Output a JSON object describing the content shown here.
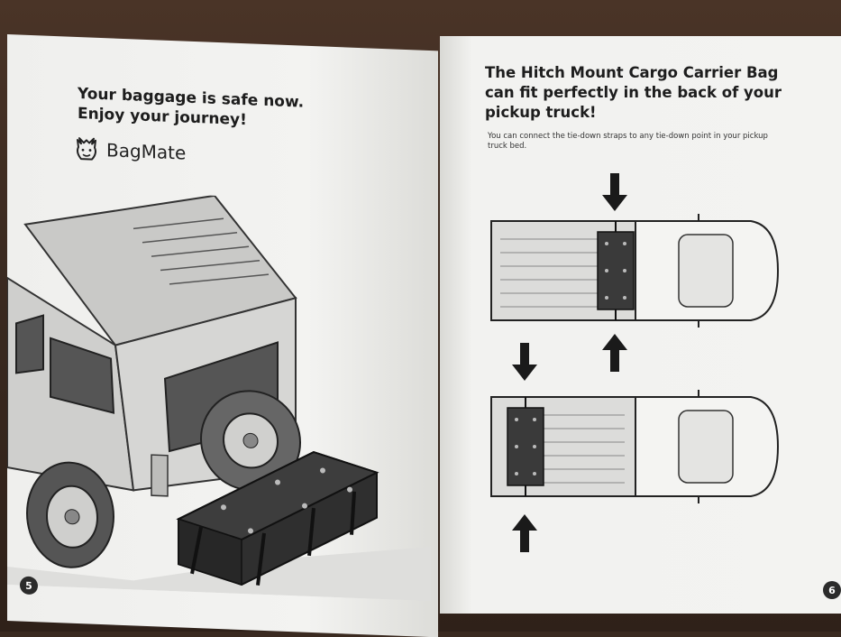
{
  "left_page": {
    "headline": "Your baggage is safe now.\nEnjoy your journey!",
    "brand_name": "BagMate",
    "page_number": "5"
  },
  "right_page": {
    "headline": "The Hitch Mount Cargo Carrier Bag can fit perfectly in the back of your pickup truck!",
    "subtext": "You can connect the tie-down straps to any tie-down point in your pickup truck bed.",
    "page_number": "6"
  },
  "icons": [
    "rhino-logo-icon",
    "down-arrow-icon",
    "up-arrow-icon"
  ]
}
